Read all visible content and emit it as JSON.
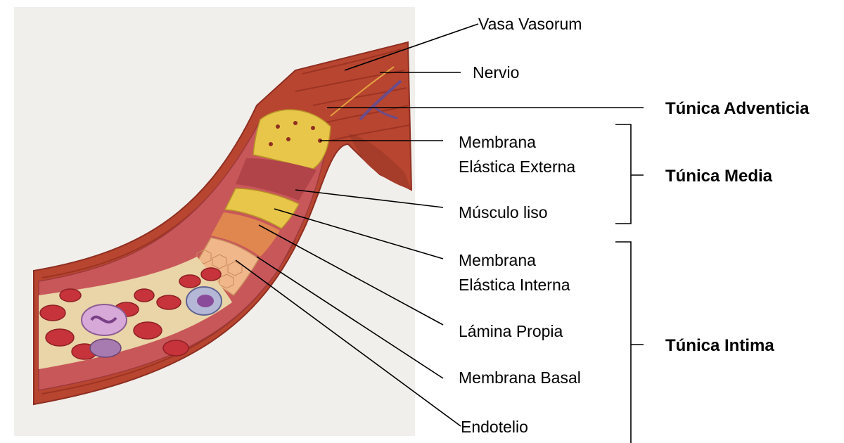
{
  "labels": {
    "vasa_vasorum": "Vasa Vasorum",
    "nervio": "Nervio",
    "tunica_adventicia": "Túnica Adventicia",
    "membrana_elastica_externa_1": "Membrana",
    "membrana_elastica_externa_2": "Elástica Externa",
    "tunica_media": "Túnica Media",
    "musculo_liso": "Músculo liso",
    "membrana_elastica_interna_1": "Membrana",
    "membrana_elastica_interna_2": "Elástica Interna",
    "lamina_propia": "Lámina Propia",
    "tunica_intima": "Túnica Intima",
    "membrana_basal": "Membrana Basal",
    "endotelio": "Endotelio"
  },
  "colors": {
    "adventitia": "#b8452f",
    "adventitia_dark": "#8e2f22",
    "elastic_yellow": "#e8c64a",
    "muscle_pink": "#c8575a",
    "blood_cell": "#c7333a",
    "lumen": "#e9d5a8",
    "leukocyte": "#c79ac9"
  }
}
